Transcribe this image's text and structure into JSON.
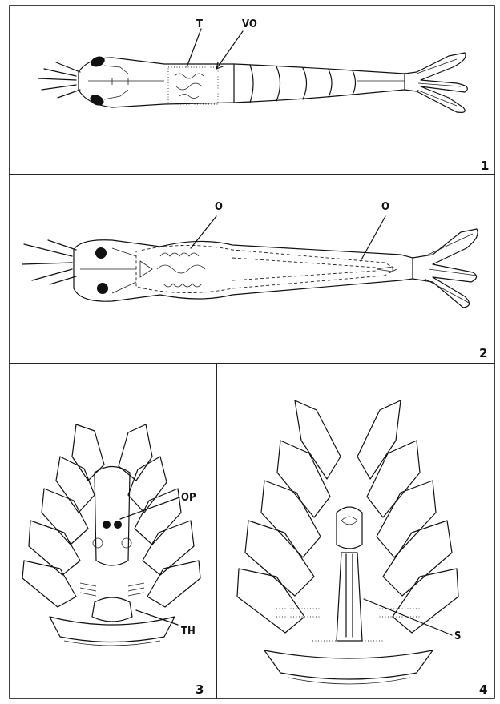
{
  "panels": [
    {
      "number": "1",
      "labels": [
        "T",
        "VO"
      ]
    },
    {
      "number": "2",
      "labels": [
        "O",
        "O"
      ]
    },
    {
      "number": "3",
      "labels": [
        "OP",
        "TH"
      ]
    },
    {
      "number": "4",
      "labels": [
        "S"
      ]
    }
  ]
}
